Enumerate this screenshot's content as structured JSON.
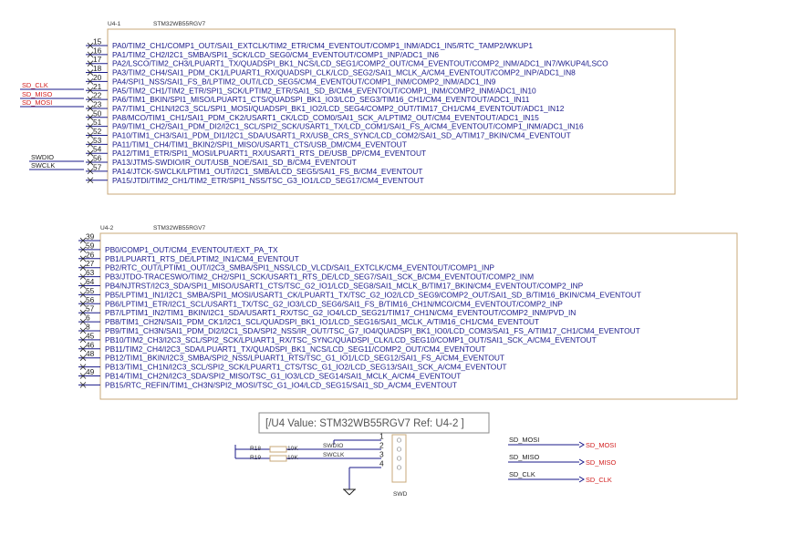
{
  "u4_1": {
    "ref": "U4-1",
    "part": "STM32WB55RGV7",
    "pins": [
      {
        "num": "15",
        "label": "PA0/TIM2_CH1/COMP1_OUT/SAI1_EXTCLK/TIM2_ETR/CM4_EVENTOUT/COMP1_INM/ADC1_IN5/RTC_TAMP2/WKUP1"
      },
      {
        "num": "16",
        "label": "PA1/TIM2_CH2/I2C1_SMBA/SPI1_SCK/LCD_SEG0/CM4_EVENTOUT/COMP1_INP/ADC1_IN6"
      },
      {
        "num": "17",
        "label": "PA2/LSCO/TIM2_CH3/LPUART1_TX/QUADSPI_BK1_NCS/LCD_SEG1/COMP2_OUT/CM4_EVENTOUT/COMP2_INM/ADC1_IN7/WKUP4/LSCO"
      },
      {
        "num": "18",
        "label": "PA3/TIM2_CH4/SAI1_PDM_CK1/LPUART1_RX/QUADSPI_CLK/LCD_SEG2/SAI1_MCLK_A/CM4_EVENTOUT/COMP2_INP/ADC1_IN8"
      },
      {
        "num": "20",
        "label": "PA4/SPI1_NSS/SAI1_FS_B/LPTIM2_OUT/LCD_SEG5/CM4_EVENTOUT/COMP1_INM/COMP2_INM/ADC1_IN9"
      },
      {
        "num": "21",
        "label": "PA5/TIM2_CH1/TIM2_ETR/SPI1_SCK/LPTIM2_ETR/SAI1_SD_B/CM4_EVENTOUT/COMP1_INM/COMP2_INM/ADC1_IN10"
      },
      {
        "num": "22",
        "label": "PA6/TIM1_BKIN/SPI1_MISO/LPUART1_CTS/QUADSPI_BK1_IO3/LCD_SEG3/TIM16_CH1/CM4_EVENTOUT/ADC1_IN11"
      },
      {
        "num": "23",
        "label": "PA7/TIM1_CH1N/I2C3_SCL/SPI1_MOSI/QUADSPI_BK1_IO2/LCD_SEG4/COMP2_OUT/TIM17_CH1/CM4_EVENTOUT/ADC1_IN12"
      },
      {
        "num": "50",
        "label": "PA8/MCO/TIM1_CH1/SAI1_PDM_CK2/USART1_CK/LCD_COM0/SAI1_SCK_A/LPTIM2_OUT/CM4_EVENTOUT/ADC1_IN15"
      },
      {
        "num": "51",
        "label": "PA9/TIM1_CH2/SAI1_PDM_DI2/I2C1_SCL/SPI2_SCK/USART1_TX/LCD_COM1/SAI1_FS_A/CM4_EVENTOUT/COMP1_INM/ADC1_IN16"
      },
      {
        "num": "52",
        "label": "PA10/TIM1_CH3/SAI1_PDM_DI1/I2C1_SDA/USART1_RX/USB_CRS_SYNC/LCD_COM2/SAI1_SD_A/TIM17_BKIN/CM4_EVENTOUT"
      },
      {
        "num": "53",
        "label": "PA11/TIM1_CH4/TIM1_BKIN2/SPI1_MISO/USART1_CTS/USB_DM/CM4_EVENTOUT"
      },
      {
        "num": "54",
        "label": "PA12/TIM1_ETR/SPI1_MOSI/LPUART1_RX/USART1_RTS_DE/USB_DP/CM4_EVENTOUT"
      },
      {
        "num": "56",
        "label": "PA13/JTMS-SWDIO/IR_OUT/USB_NOE/SAI1_SD_B/CM4_EVENTOUT"
      },
      {
        "num": "57",
        "label": "PA14/JTCK-SWCLK/LPTIM1_OUT/I2C1_SMBA/LCD_SEG5/SAI1_FS_B/CM4_EVENTOUT"
      },
      {
        "num": "",
        "label": "PA15/JTDI/TIM2_CH1/TIM2_ETR/SPI1_NSS/TSC_G3_IO1/LCD_SEG17/CM4_EVENTOUT"
      }
    ],
    "nets": [
      {
        "name": "SD_CLK",
        "color": "#d22020"
      },
      {
        "name": "SD_MISO",
        "color": "#d22020"
      },
      {
        "name": "SD_MOSI",
        "color": "#d22020"
      },
      {
        "name": "SWDIO",
        "color": "#222222"
      },
      {
        "name": "SWCLK",
        "color": "#222222"
      }
    ]
  },
  "u4_2": {
    "ref": "U4-2",
    "part": "STM32WB55RGV7",
    "pins": [
      {
        "num": "39",
        "label": ""
      },
      {
        "num": "59",
        "label": "PB0/COMP1_OUT/CM4_EVENTOUT/EXT_PA_TX"
      },
      {
        "num": "26",
        "label": "PB1/LPUART1_RTS_DE/LPTIM2_IN1/CM4_EVENTOUT"
      },
      {
        "num": "27",
        "label": "PB2/RTC_OUT/LPTIM1_OUT/I2C3_SMBA/SPI1_NSS/LCD_VLCD/SAI1_EXTCLK/CM4_EVENTOUT/COMP1_INP"
      },
      {
        "num": "63",
        "label": "PB3/JTDO-TRACESWO/TIM2_CH2/SPI1_SCK/USART1_RTS_DE/LCD_SEG7/SAI1_SCK_B/CM4_EVENTOUT/COMP2_INM"
      },
      {
        "num": "64",
        "label": "PB4/NJTRST/I2C3_SDA/SPI1_MISO/USART1_CTS/TSC_G2_IO1/LCD_SEG8/SAI1_MCLK_B/TIM17_BKIN/CM4_EVENTOUT/COMP2_INP"
      },
      {
        "num": "55",
        "label": "PB5/LPTIM1_IN1/I2C1_SMBA/SPI1_MOSI/USART1_CK/LPUART1_TX/TSC_G2_IO2/LCD_SEG9/COMP2_OUT/SAI1_SD_B/TIM16_BKIN/CM4_EVENTOUT"
      },
      {
        "num": "56",
        "label": "PB6/LPTIM1_ETR/I2C1_SCL/USART1_TX/TSC_G2_IO3/LCD_SEG6/SAI1_FS_B/TIM16_CH1N/MCO/CM4_EVENTOUT/COMP2_INP"
      },
      {
        "num": "57",
        "label": "PB7/LPTIM1_IN2/TIM1_BKIN/I2C1_SDA/USART1_RX/TSC_G2_IO4/LCD_SEG21/TIM17_CH1N/CM4_EVENTOUT/COMP2_INM/PVD_IN"
      },
      {
        "num": "6",
        "label": "PB8/TIM1_CH2N/SAI1_PDM_CK1/I2C1_SCL/QUADSPI_BK1_IO1/LCD_SEG16/SAI1_MCLK_A/TIM16_CH1/CM4_EVENTOUT"
      },
      {
        "num": "8",
        "label": "PB9/TIM1_CH3N/SAI1_PDM_DI2/I2C1_SDA/SPI2_NSS/IR_OUT/TSC_G7_IO4/QUADSPI_BK1_IO0/LCD_COM3/SAI1_FS_A/TIM17_CH1/CM4_EVENTOUT"
      },
      {
        "num": "45",
        "label": "PB10/TIM2_CH3/I2C3_SCL/SPI2_SCK/LPUART1_RX/TSC_SYNC/QUADSPI_CLK/LCD_SEG10/COMP1_OUT/SAI1_SCK_A/CM4_EVENTOUT"
      },
      {
        "num": "46",
        "label": "PB11/TIM2_CH4/I2C3_SDA/LPUART1_TX/QUADSPI_BK1_NCS/LCD_SEG11/COMP2_OUT/CM4_EVENTOUT"
      },
      {
        "num": "48",
        "label": "PB12/TIM1_BKIN/I2C3_SMBA/SPI2_NSS/LPUART1_RTS/TSC_G1_IO1/LCD_SEG12/SAI1_FS_A/CM4_EVENTOUT"
      },
      {
        "num": "",
        "label": "PB13/TIM1_CH1N/I2C3_SCL/SPI2_SCK/LPUART1_CTS/TSC_G1_IO2/LCD_SEG13/SAI1_SCK_A/CM4_EVENTOUT"
      },
      {
        "num": "49",
        "label": "PB14/TIM1_CH2N/I2C3_SDA/SPI2_MISO/TSC_G1_IO3/LCD_SEG14/SAI1_MCLK_A/CM4_EVENTOUT"
      },
      {
        "num": "",
        "label": "PB15/RTC_REFIN/TIM1_CH3N/SPI2_MOSI/TSC_G1_IO4/LCD_SEG15/SAI1_SD_A/CM4_EVENTOUT"
      }
    ]
  },
  "tooltip": {
    "text": "[/U4 Value: STM32WB55RGV7 Ref: U4-2 ]"
  },
  "swd": {
    "resistors": [
      {
        "ref": "R18",
        "value": "10K",
        "net": "SWDIO"
      },
      {
        "ref": "R19",
        "value": "10K",
        "net": "SWCLK"
      }
    ],
    "connector_pins": [
      "1",
      "2",
      "3",
      "4"
    ],
    "connector_name": "SWD"
  },
  "net_labels": [
    {
      "wire": "SD_MOSI",
      "flag": "SD_MOSI"
    },
    {
      "wire": "SD_MISO",
      "flag": "SD_MISO"
    },
    {
      "wire": "SD_CLK",
      "flag": "SD_CLK"
    }
  ],
  "colors": {
    "box": "#c8a878",
    "wire": "#1a1a8a",
    "pin_text": "#1a1a8a",
    "net_red": "#d22020"
  }
}
